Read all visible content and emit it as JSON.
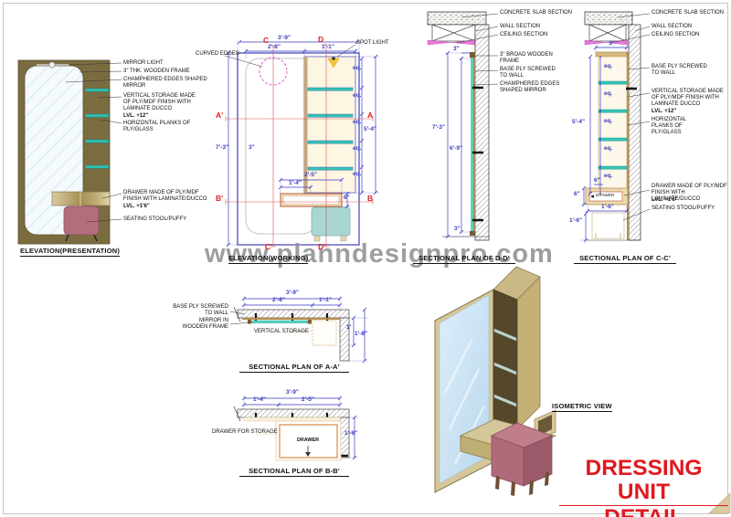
{
  "watermark": "www.planndesignpro.com",
  "title": {
    "line1": "DRESSING UNIT",
    "line2": "DETAIL"
  },
  "iso": {
    "label": "ISOMETRIC VIEW"
  },
  "elev_pres": {
    "label": "ELEVATION(PRESENTATION)",
    "ann_mirror_light": "MIRROR LIGHT",
    "ann_frame": "3\" THK. WOODEN FRAME",
    "ann_mirror": "CHAMPHERED EDGES SHAPED MIRROR",
    "ann_storage": "VERTICAL STORAGE MADE OF PLY/MDF FINISH WITH LAMINATE DUCCO",
    "ann_storage_lvl": "LVL. +12\"",
    "ann_planks": "HORIZONTAL PLANKS OF PLY/GLASS",
    "ann_drawer": "DRAWER MADE OF PLY/MDF FINISH WITH LAMINATE/DUCCO",
    "ann_drawer_lvl": "LVL. +1'6\"",
    "ann_stool": "SEATING STOOL/PUFFY"
  },
  "elev_work": {
    "label": "ELEVATION(WORKING)",
    "spot_light": "SPOT LIGHT",
    "curved_edges": "CURVED EDGES",
    "m_c": "C",
    "m_c2": "C'",
    "m_d": "D",
    "m_d2": "D'",
    "m_a": "A",
    "m_a2": "A'",
    "m_b": "B",
    "m_b2": "B'",
    "d_39": "3'-9\"",
    "d_28": "2'-8\"",
    "d_11": "1'-1\"",
    "d_73": "7'-3\"",
    "d_3": "3\"",
    "d_54": "5'-4\"",
    "d_25": "2'-5\"",
    "d_14": "1'-4\"",
    "d_6": "6\"",
    "eq": "eq."
  },
  "sec_dd": {
    "label": "SECTIONAL PLAN OF D-D'",
    "ann_slab": "CONCRETE SLAB SECTION",
    "ann_wall": "WALL SECTION",
    "ann_ceiling": "CEILING SECTION",
    "ann_frame": "3\" BROAD WOODEN FRAME",
    "ann_ply": "BASE PLY SCREWED TO WALL",
    "ann_mirror": "CHAMPHERED EDGES SHAPED MIRROR",
    "d_3t": "3\"",
    "d_73": "7'-3\"",
    "d_69": "6'-9\"",
    "d_3b": "3\""
  },
  "sec_cc": {
    "label": "SECTIONAL PLAN OF C-C'",
    "ann_slab": "CONCRETE SLAB SECTION",
    "ann_wall": "WALL SECTION",
    "ann_ceiling": "CEILING SECTION",
    "ann_ply": "BASE PLY SCREWED TO WALL",
    "ann_storage": "VERTICAL STORAGE MADE OF PLY/MDF FINISH WITH LAMINATE DUCCO",
    "ann_storage_lvl": "LVL. +12\"",
    "ann_planks": "HORIZONTAL PLANKS OF PLY/GLASS",
    "ann_drawer": "DRAWER MADE OF PLY/MDF FINISH WITH LAMINATE/DUCCO",
    "ann_drawer_lvl": "LVL. +1'6\"",
    "ann_stool": "SEATING STOOL/PUFFY",
    "drawer_tag": "DRAWER",
    "d_1": "1'",
    "d_54": "5'-4\"",
    "eq": "eq.",
    "d_6a": "6\"",
    "d_6b": "6\"",
    "d_16a": "1'-6\"",
    "d_16b": "1'-6\""
  },
  "sec_aa": {
    "label": "SECTIONAL PLAN OF A-A'",
    "ann_ply": "BASE PLY SCREWED TO WALL",
    "ann_mirror": "MIRROR IN WOODEN FRAME",
    "ann_storage": "VERTICAL STORAGE",
    "d_39": "3'-9\"",
    "d_28": "2'-8\"",
    "d_11": "1'-1\"",
    "d_1": "1'",
    "d_18": "1'-8\""
  },
  "sec_bb": {
    "label": "SECTIONAL PLAN OF B-B'",
    "ann_drawer": "DRAWER FOR STORAGE",
    "drawer_tag": "DRAWER",
    "d_39": "3'-9\"",
    "d_14": "1'-4\"",
    "d_25": "2'-5\"",
    "d_16": "1'-6\""
  },
  "colors": {
    "olive": "#7b6c40",
    "teal": "#2fbfae",
    "mauve": "#b26e7d",
    "dim_blue": "#3a3ac2",
    "marker_red": "#e02020",
    "magenta": "#e05ad0",
    "title_red": "#e0191f",
    "tan": "#c9a96e"
  }
}
